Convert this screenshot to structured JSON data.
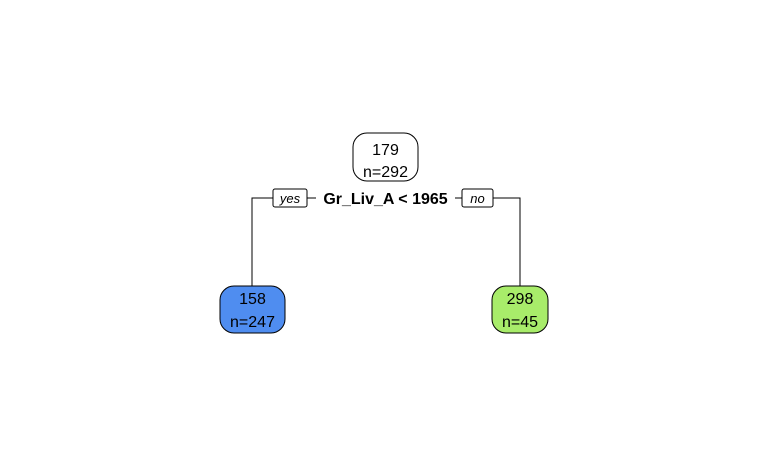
{
  "tree": {
    "root": {
      "value": "179",
      "count": "n=292",
      "fill": "#ffffff"
    },
    "split": {
      "condition": "Gr_Liv_A < 1965",
      "yes_label": "yes",
      "no_label": "no"
    },
    "left_leaf": {
      "value": "158",
      "count": "n=247",
      "fill": "#4f8df0"
    },
    "right_leaf": {
      "value": "298",
      "count": "n=45",
      "fill": "#a8ec6a"
    }
  }
}
